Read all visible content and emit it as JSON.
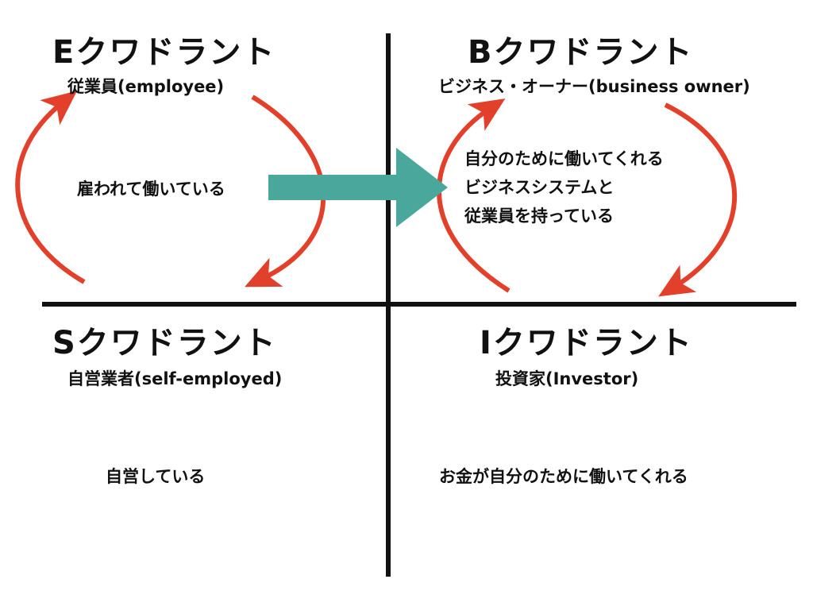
{
  "colors": {
    "axis": "#111111",
    "cycle_arrow": "#e2402b",
    "transition_arrow": "#4aa79b",
    "background": "#ffffff"
  },
  "quadrants": {
    "e": {
      "title": "Eクワドラント",
      "subtitle": "従業員(employee)",
      "description": "雇われて働いている"
    },
    "b": {
      "title": "Bクワドラント",
      "subtitle": "ビジネス・オーナー(business owner)",
      "description_lines": [
        "自分のために働いてくれる",
        "ビジネスシステムと",
        "従業員を持っている"
      ]
    },
    "s": {
      "title": "Sクワドラント",
      "subtitle": "自営業者(self-employed)",
      "description": "自営している"
    },
    "i": {
      "title": "Iクワドラント",
      "subtitle": "投資家(Investor)",
      "description": "お金が自分のために働いてくれる"
    }
  }
}
